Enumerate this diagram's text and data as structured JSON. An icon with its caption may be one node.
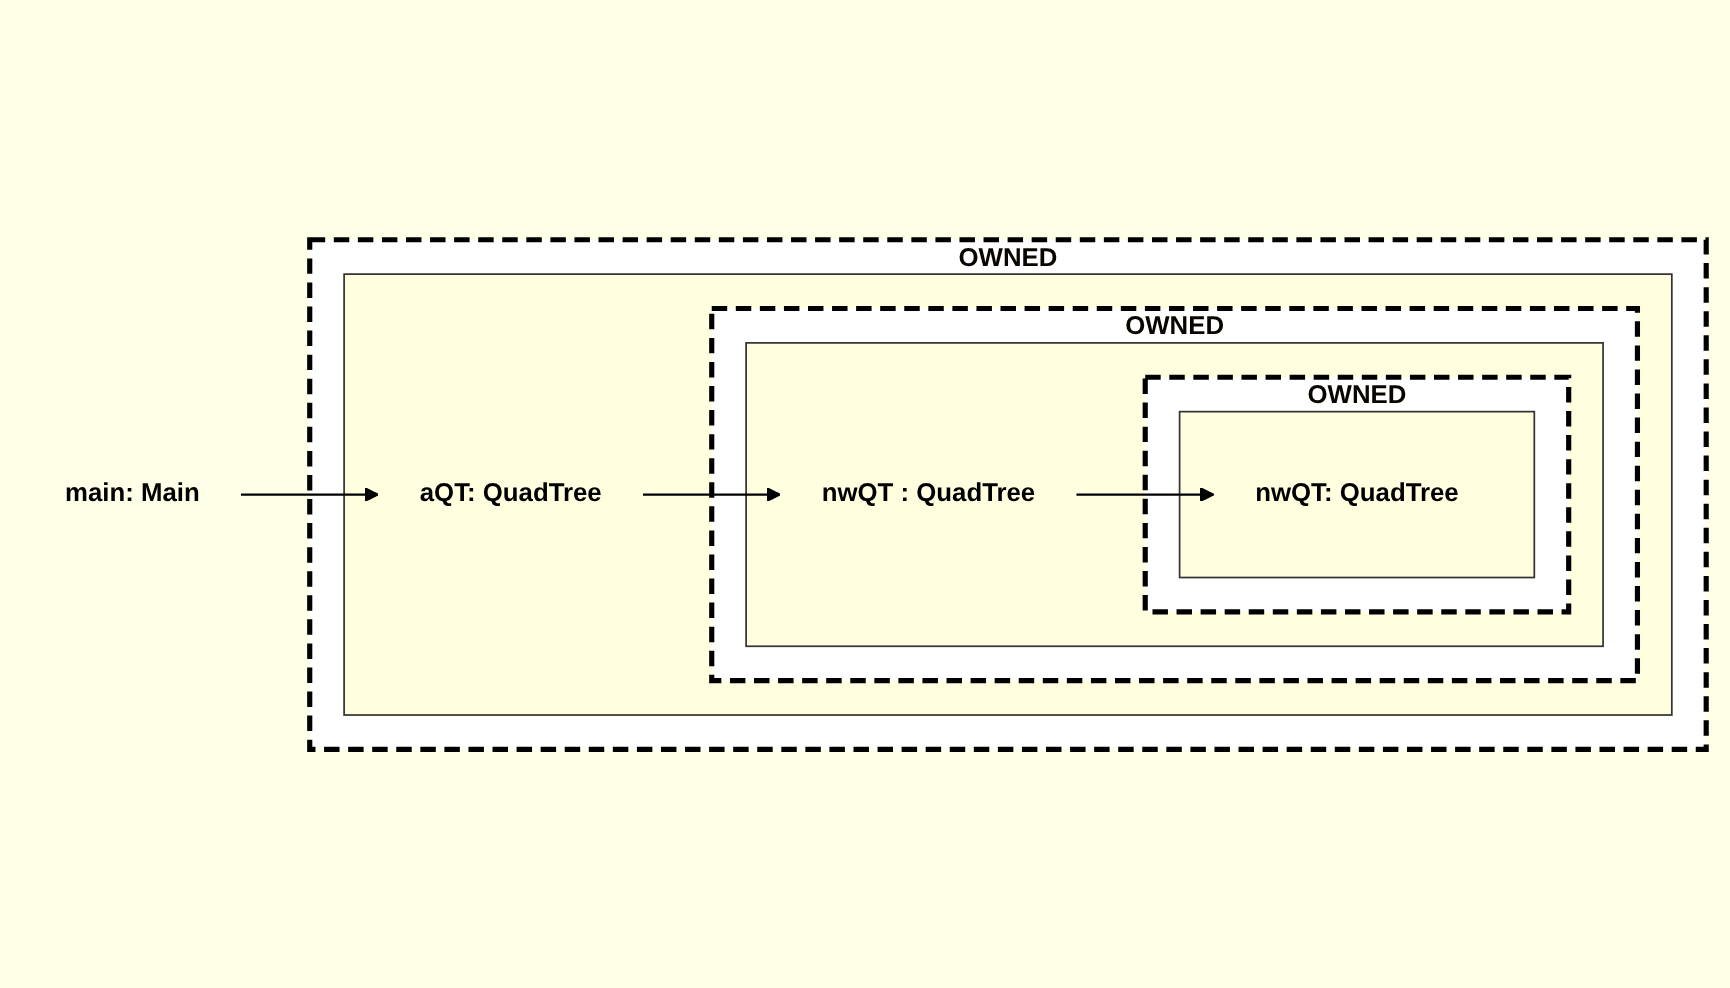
{
  "diagram": {
    "nodes": [
      {
        "text": [
          "main: Main"
        ]
      },
      {
        "text": [
          "OWNED"
        ]
      },
      {
        "text": [],
        "shape": "box",
        "in": 1
      },
      {
        "text": [
          "aQT: QuadTree"
        ],
        "in": 2
      },
      {
        "text": [
          "OWNED"
        ],
        "in": 2
      },
      {
        "text": [],
        "shape": "box",
        "in": 4
      },
      {
        "text": [
          "nwQT : QuadTree"
        ],
        "in": 5
      },
      {
        "text": [
          "OWNED"
        ],
        "in": 5
      },
      {
        "text": [],
        "shape": "box",
        "in": 7
      },
      {
        "text": [
          "nwQT: QuadTree"
        ],
        "in": 8
      }
    ],
    "edges": [
      {
        "from": 0,
        "to": 3,
        "arrow": "to"
      },
      {
        "from": 3,
        "to": 6,
        "arrow": "to"
      },
      {
        "from": 6,
        "to": 9,
        "arrow": "to"
      }
    ]
  }
}
